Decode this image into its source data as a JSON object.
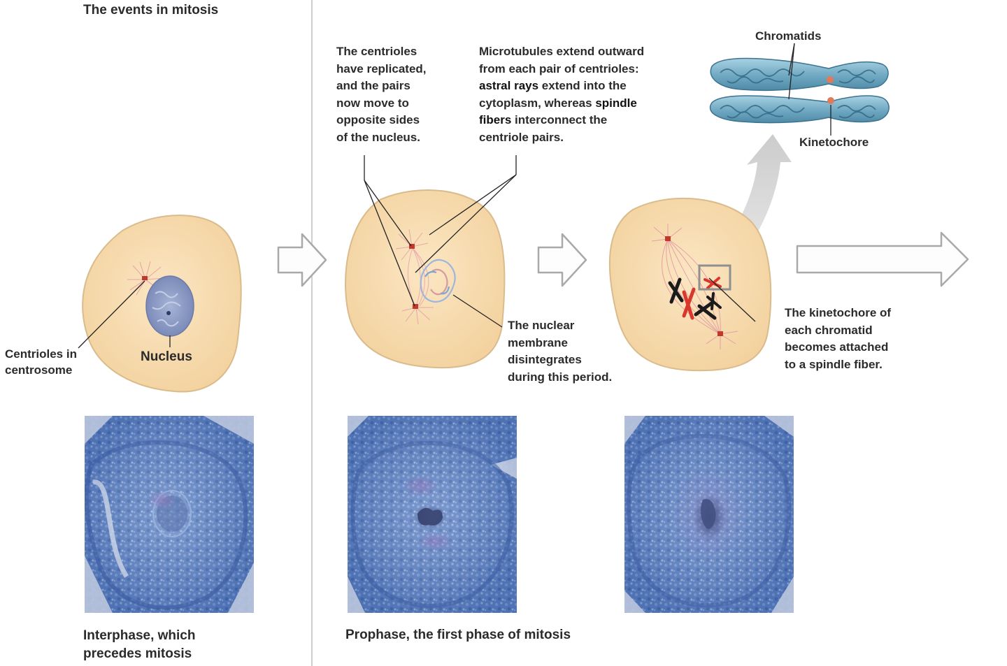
{
  "title": "The events in mitosis",
  "labels": {
    "centrioles_in_centrosome": [
      "Centrioles in",
      "centrosome"
    ],
    "nucleus": "Nucleus",
    "centrioles_replicated": [
      "The centrioles",
      "have replicated,",
      "and the pairs",
      "now move to",
      "opposite sides",
      "of the nucleus."
    ],
    "microtubules": {
      "l1": "Microtubules extend outward",
      "l2": "from each pair of centrioles:",
      "l3a": "astral rays",
      "l3b": " extend into the",
      "l4a": "cytoplasm, whereas ",
      "l4b": "spindle",
      "l5a": "fibers",
      "l5b": " interconnect the",
      "l6": "centriole pairs."
    },
    "nuclear_membrane": [
      "The nuclear",
      "membrane",
      "disintegrates",
      "during this period."
    ],
    "chromatids": "Chromatids",
    "kinetochore": "Kinetochore",
    "kinetochore_attached": [
      "The kinetochore of",
      "each chromatid",
      "becomes attached",
      "to a spindle fiber."
    ]
  },
  "captions": {
    "interphase": [
      "Interphase, which",
      "precedes mitosis"
    ],
    "prophase": "Prophase, the first phase of mitosis"
  },
  "colors": {
    "cell_fill": "#f7dcaf",
    "cell_stroke": "#d8b98a",
    "nucleus": "#8c9cc4",
    "chromatid": "#7ab0c8",
    "kinetochore": "#e07a5a",
    "chromosome_red": "#d9362c",
    "micrograph_blue": "#5a7ec0",
    "divider": "#c8c8c8",
    "arrow_outline": "#a9a9a9"
  }
}
